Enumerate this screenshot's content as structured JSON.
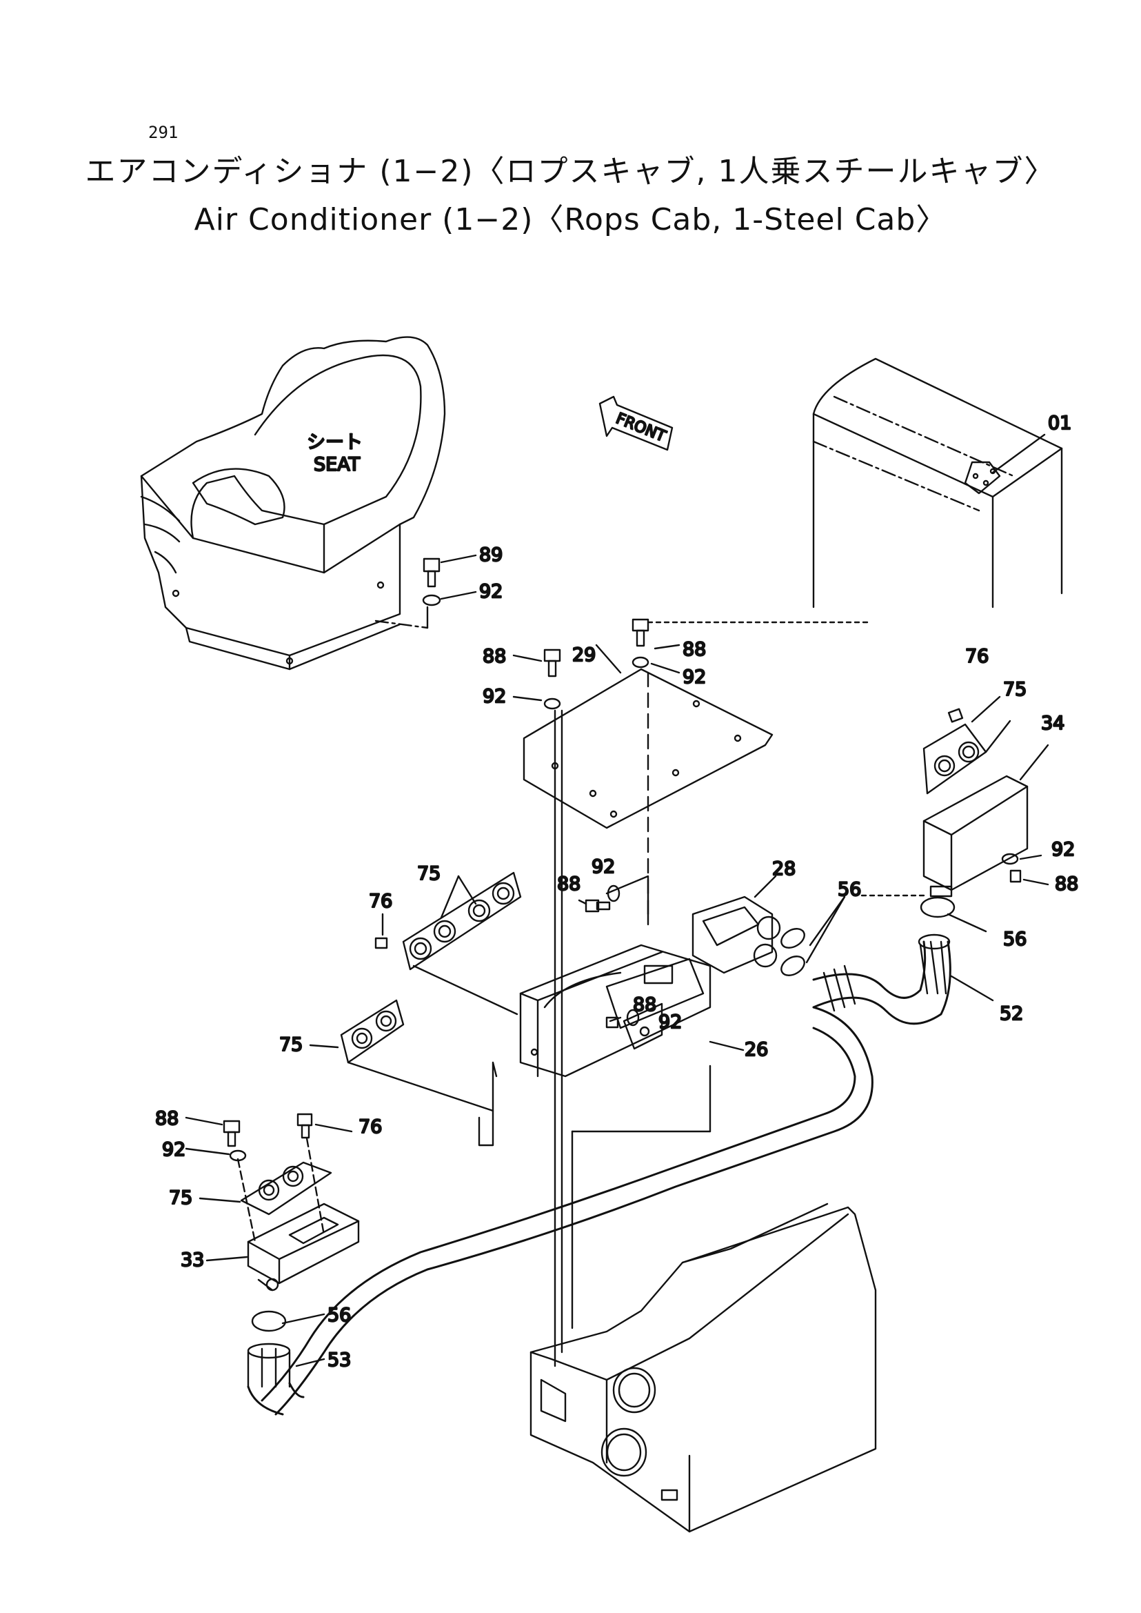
{
  "page": {
    "number": "291"
  },
  "title": {
    "japanese": "エアコンディショナ (1−2)〈ロプスキャブ, 1人乗スチールキャブ〉",
    "english": "Air Conditioner (1−2)〈Rops Cab, 1-Steel Cab〉"
  },
  "annotations": {
    "seat_ja": "シート",
    "seat_en": "SEAT",
    "front": "FRONT"
  },
  "callouts": {
    "c01": "01",
    "c89": "89",
    "c92_seat": "92",
    "c88_top_left": "88",
    "c29": "29",
    "c88_top_right": "88",
    "c92_top_right": "92",
    "c92_top_left": "92",
    "c76_right": "76",
    "c75_right": "75",
    "c34": "34",
    "c92_right": "92",
    "c88_right": "88",
    "c75_mid": "75",
    "c76_mid": "76",
    "c88_mid": "88",
    "c92_mid": "92",
    "c28": "28",
    "c56_clamps": "56",
    "c56_right": "56",
    "c52": "52",
    "c88_inner": "88",
    "c92_inner": "92",
    "c26": "26",
    "c75_left": "75",
    "c88_lower": "88",
    "c76_lower": "76",
    "c92_lower": "92",
    "c75_lower": "75",
    "c33": "33",
    "c56_lower": "56",
    "c53": "53"
  }
}
